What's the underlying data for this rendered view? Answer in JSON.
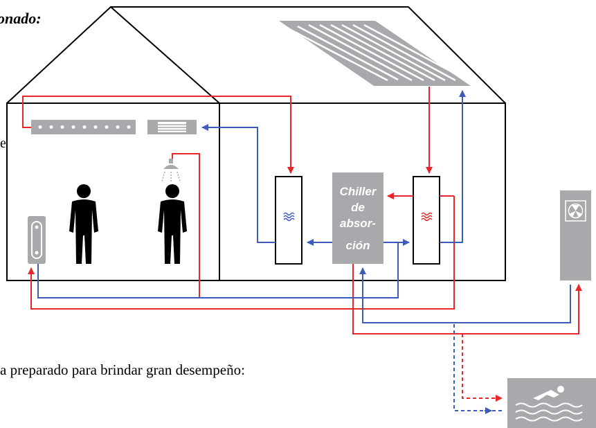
{
  "document": {
    "heading": "onado:",
    "side_letter": "e",
    "caption": "a preparado para brindar gran desempeño:"
  },
  "diagram": {
    "chiller_label_lines": [
      "Chiller",
      "de",
      "absor-",
      "ción"
    ],
    "colors": {
      "hot_line": "#e8262b",
      "cold_line": "#3d5bb8",
      "equipment_gray": "#a7a9ac",
      "outline": "#000000"
    },
    "icons": [
      "solar-collector-icon",
      "ceiling-diffuser-icon",
      "ceiling-grille-icon",
      "shower-icon",
      "radiator-icon",
      "person-icon",
      "cooling-tower-fan-icon",
      "swimming-pool-icon",
      "cold-exchanger-icon",
      "hot-exchanger-icon"
    ]
  }
}
